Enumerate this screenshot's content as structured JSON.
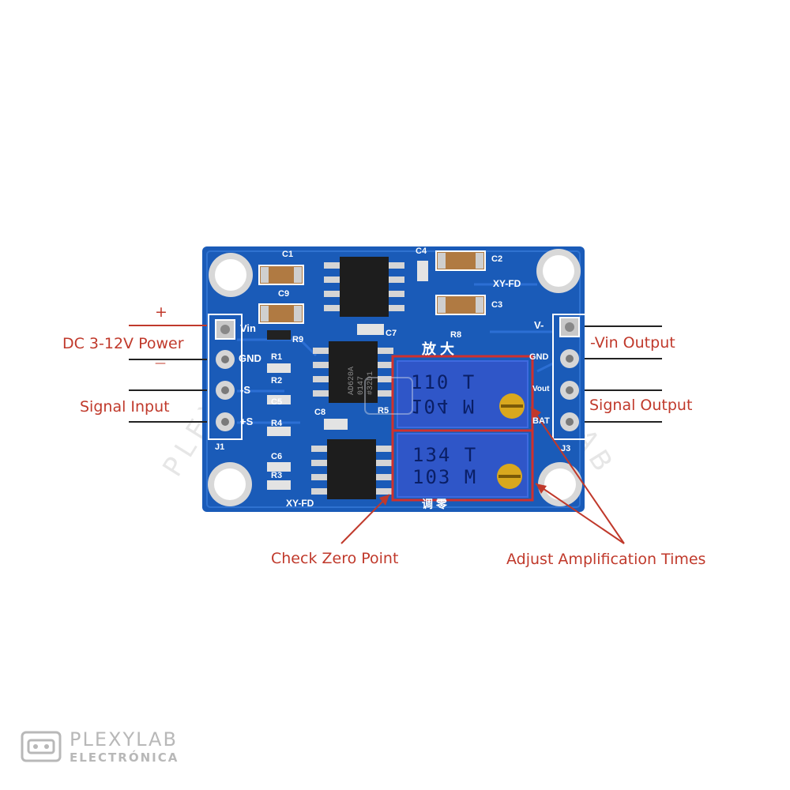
{
  "board": {
    "silkscreen": {
      "c1": "C1",
      "c9": "C9",
      "c4": "C4",
      "c2": "C2",
      "c3": "C3",
      "c7": "C7",
      "c8": "C8",
      "r9": "R9",
      "r1": "R1",
      "r2": "R2",
      "c5": "C5",
      "r4": "R4",
      "c6": "C6",
      "r3": "R3",
      "r5": "R5",
      "r8": "R8",
      "model_top": "XY-FD",
      "model_bottom": "XY-FD",
      "j1": "J1",
      "j3": "J3",
      "chinese_top": "放 大",
      "chinese_bottom": "调 零"
    },
    "left_pins": [
      "Vin",
      "GND",
      "-S",
      "+S"
    ],
    "right_pins": [
      "V-",
      "GND",
      "Vout",
      "BAT"
    ],
    "chip_marking": [
      "AD620A",
      "0147",
      "#32D1"
    ],
    "pot_top": [
      "110 T",
      "104 M"
    ],
    "pot_bottom": [
      "134 T",
      "103 M"
    ]
  },
  "callouts": {
    "plus": "+",
    "power": "DC 3-12V Power",
    "minus": "—",
    "signal_input": "Signal Input",
    "vin_output": "-Vin Output",
    "signal_output": "Signal Output",
    "check_zero": "Check Zero Point",
    "adjust_amp": "Adjust Amplification Times"
  },
  "watermark": {
    "text": "PLEXYLAB"
  },
  "brand": {
    "name": "PLEXYLAB",
    "subtitle": "ELECTRÓNICA"
  },
  "colors": {
    "pcb": "#1a5bb8",
    "callout": "#c0392b",
    "pot": "#2f56c8",
    "highlight_box": "#d0312d"
  }
}
